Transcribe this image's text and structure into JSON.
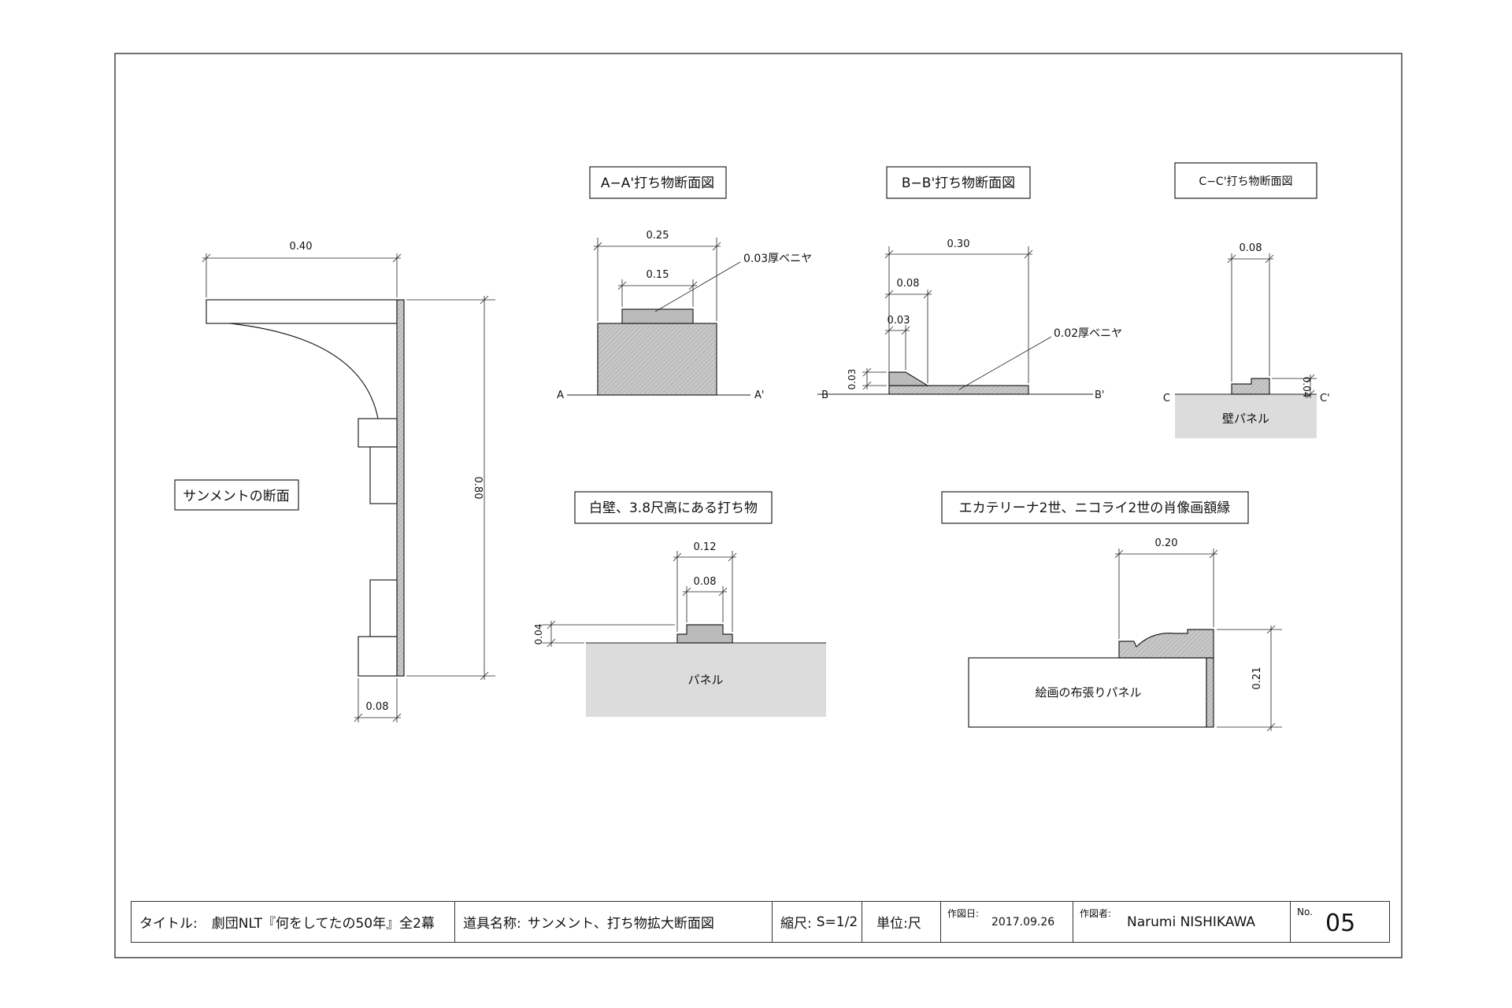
{
  "sections": {
    "samment": {
      "title": "サンメントの断面",
      "dim_top": "0.40",
      "dim_height": "0.80",
      "dim_bottom": "0.08"
    },
    "aa": {
      "title": "A−A'打ち物断面図",
      "dim_outer": "0.25",
      "dim_inner": "0.15",
      "note": "0.03厚ベニヤ",
      "mark_left": "A",
      "mark_right": "A'"
    },
    "bb": {
      "title": "B−B'打ち物断面図",
      "dim_outer": "0.30",
      "dim_mid": "0.08",
      "dim_small": "0.03",
      "dim_height": "0.03",
      "note": "0.02厚ベニヤ",
      "mark_left": "B",
      "mark_right": "B'"
    },
    "cc": {
      "title": "C−C'打ち物断面図",
      "dim_width": "0.08",
      "dim_height": "0.04",
      "panel_label": "壁パネル",
      "mark_left": "C",
      "mark_right": "C'"
    },
    "white_wall": {
      "title": "白壁、3.8尺高にある打ち物",
      "dim_outer": "0.12",
      "dim_inner": "0.08",
      "dim_height": "0.04",
      "panel_label": "パネル"
    },
    "frame": {
      "title": "エカテリーナ2世、ニコライ2世の肖像画額縁",
      "dim_width": "0.20",
      "dim_height": "0.21",
      "panel_label": "絵画の布張りパネル"
    }
  },
  "title_block": {
    "title_label": "タイトル:",
    "title_value": "劇団NLT『何をしてたの50年』全2幕",
    "item_label": "道具名称:",
    "item_value": "サンメント、打ち物拡大断面図",
    "scale_label": "縮尺:",
    "scale_value": "S=1/2",
    "unit_label": "単位:",
    "unit_value": "尺",
    "date_label": "作図日:",
    "date_value": "2017.09.26",
    "author_label": "作図者:",
    "author_value": "Narumi NISHIKAWA",
    "no_label": "No.",
    "no_value": "05"
  }
}
